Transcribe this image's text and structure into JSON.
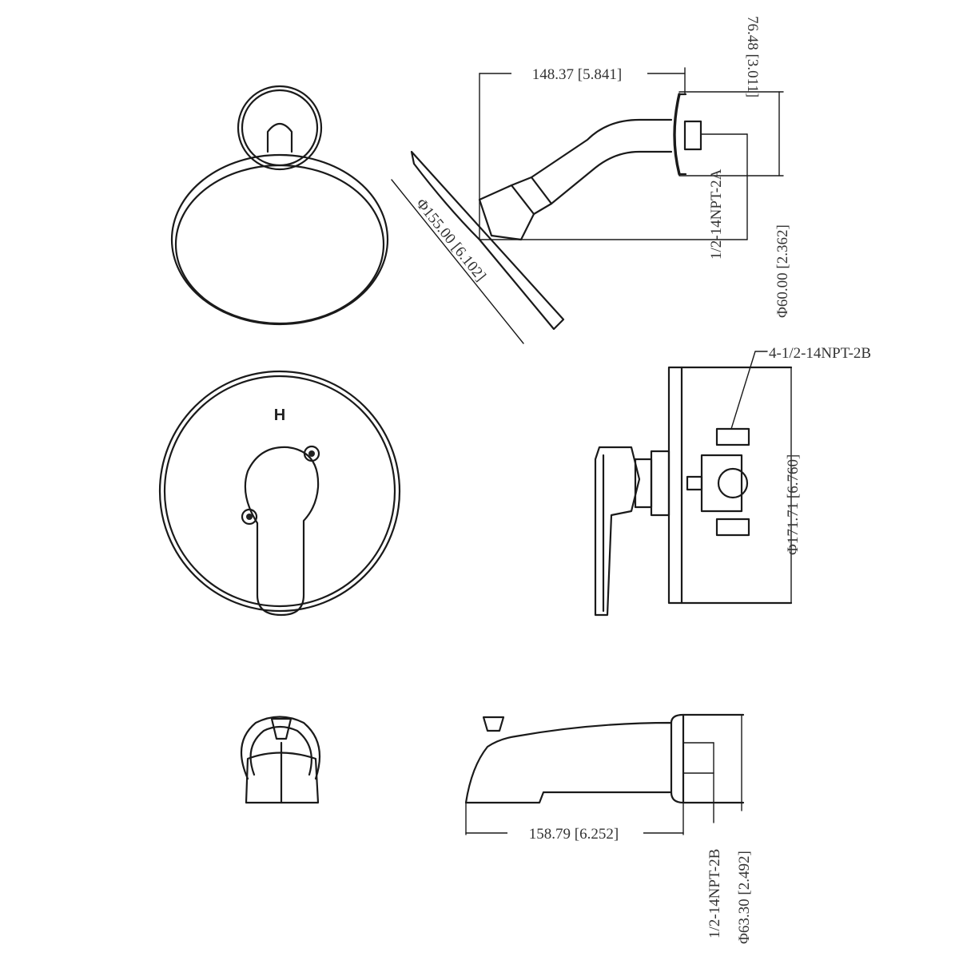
{
  "shower_head": {
    "arm_length": "148.37 [5.841]",
    "drop": "76.48 [3.011]",
    "thread": "1/2-14NPT-2A",
    "flange_diameter": "Φ60.00 [2.362]",
    "head_diameter": "Φ155.00 [6.102]"
  },
  "valve": {
    "hot_label": "H",
    "ports": "4-1/2-14NPT-2B",
    "trim_diameter": "Φ171.71 [6.760]"
  },
  "tub_spout": {
    "length": "158.79 [6.252]",
    "thread": "1/2-14NPT-2B",
    "diameter": "Φ63.30 [2.492]"
  }
}
